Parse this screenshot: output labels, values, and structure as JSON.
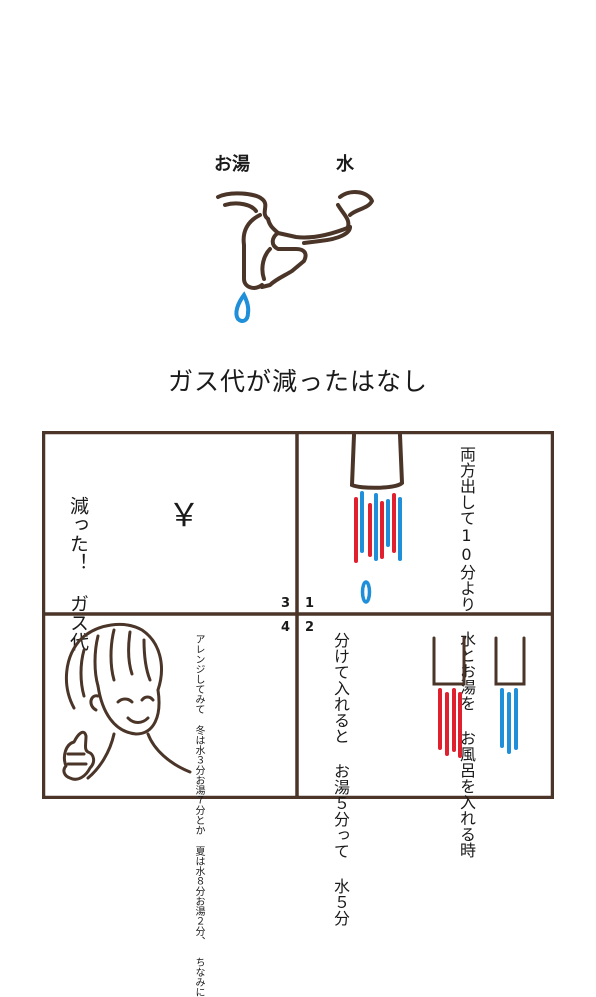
{
  "header": {
    "hot_label": "お湯",
    "cold_label": "水",
    "title": "ガス代が減ったはなし"
  },
  "panels": {
    "p1": {
      "lines": [
        "お風呂を入れる時",
        "水とお湯を",
        "両方出して10分より"
      ]
    },
    "p2": {
      "lines": [
        "水５分",
        "お湯５分って",
        "分けて入れると"
      ]
    },
    "p3": {
      "symbol": "￥",
      "lines": [
        "ガス代",
        "減った！"
      ]
    },
    "p4": {
      "lines": [
        "ちなみに",
        "夏は水８分お湯２分、",
        "冬は水３分お湯７分とか",
        "アレンジしてみて"
      ]
    }
  },
  "panel_numbers": {
    "n1": "1",
    "n2": "2",
    "n3": "3",
    "n4": "4"
  },
  "colors": {
    "line": "#4a3528",
    "hot": "#e0202e",
    "cold": "#1e8fd8"
  }
}
